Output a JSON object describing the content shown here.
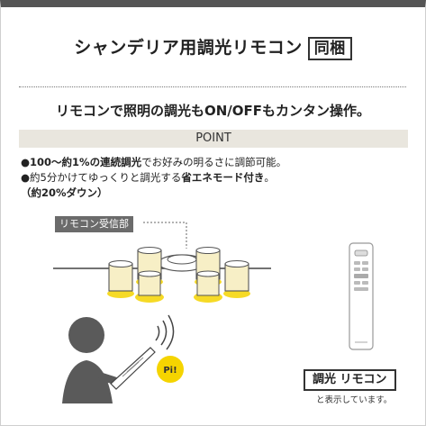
{
  "header": {
    "title": "シャンデリア用調光リモコン",
    "badge": "同梱"
  },
  "subtitle": "リモコンで照明の調光もON/OFFもカンタン操作。",
  "point": {
    "label": "POINT",
    "bullet1": {
      "mark": "●",
      "bold": "100〜約1%の連続調光",
      "rest": "でお好みの明るさに調節可能。"
    },
    "bullet2": {
      "mark": "●",
      "pre": "約5分かけてゆっくりと調光する",
      "bold": "省エネモード付き",
      "post": "。"
    },
    "bullet2_note": "（約20%ダウン）"
  },
  "illustration": {
    "receiver_label": "リモコン受信部",
    "sound_text": "Pi!",
    "remote_label": "調光 リモコン",
    "remote_note": "と表示しています。"
  },
  "colors": {
    "header_bar": "#555555",
    "point_bar": "#e9e6de",
    "glow": "#f5d400",
    "shade": "#f7efc6",
    "person": "#5a5a5a"
  }
}
